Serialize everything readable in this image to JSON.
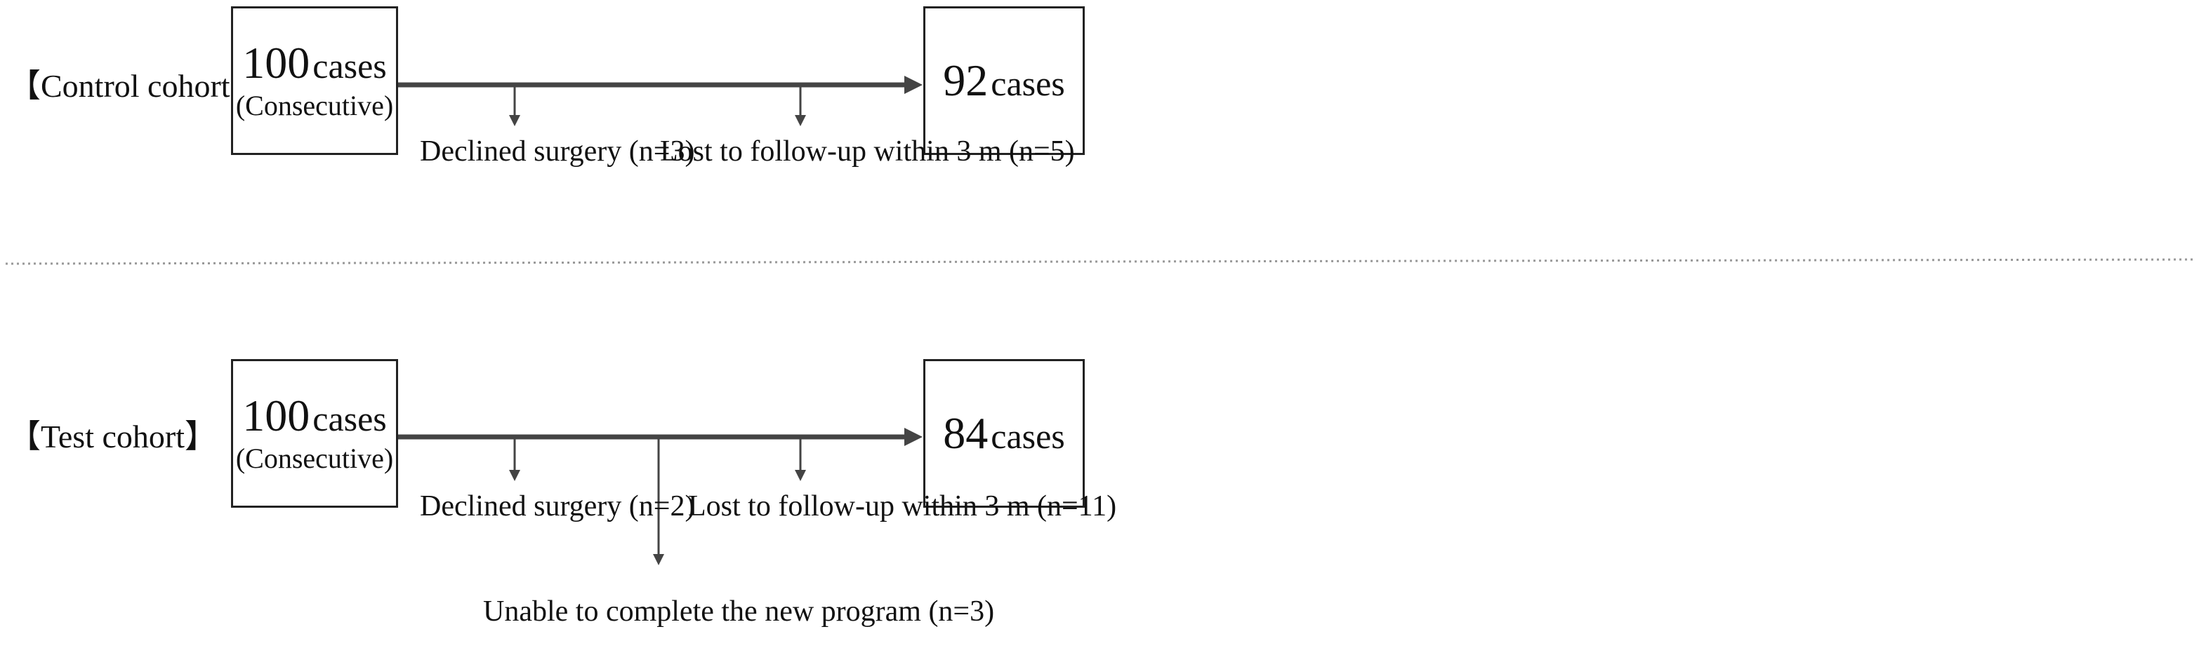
{
  "control": {
    "label": "【Control cohort】",
    "start": {
      "count": "100",
      "unit": "cases",
      "note": "(Consecutive)"
    },
    "end": {
      "count": "92",
      "unit": "cases"
    },
    "exclusions": [
      "Declined surgery (n=3)",
      "Lost to follow-up within 3 m (n=5)"
    ]
  },
  "test": {
    "label": "【Test cohort】",
    "start": {
      "count": "100",
      "unit": "cases",
      "note": "(Consecutive)"
    },
    "end": {
      "count": "84",
      "unit": "cases"
    },
    "exclusions": [
      "Declined surgery (n=2)",
      "Lost to follow-up within 3 m (n=11)",
      "Unable to complete the new program (n=3)"
    ]
  }
}
